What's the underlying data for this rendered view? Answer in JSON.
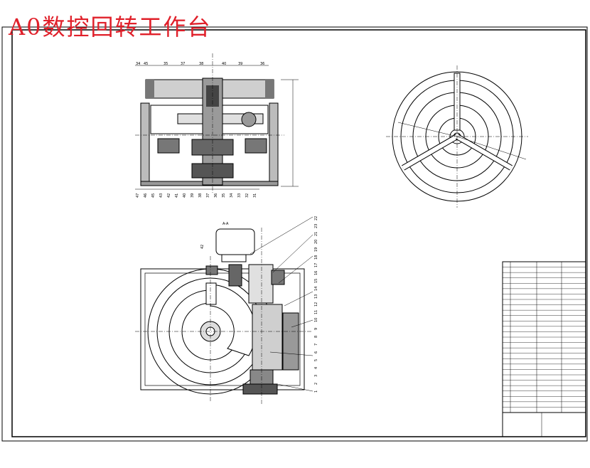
{
  "title": "A0数控回转工作台",
  "colors": {
    "title": "#e0202a",
    "line": "#000000",
    "paper": "#ffffff"
  },
  "front_view": {
    "top_callouts": [
      "34",
      "45",
      "35",
      "37",
      "38",
      "40",
      "39",
      "36"
    ],
    "bottom_callouts": [
      "47",
      "46",
      "45",
      "43",
      "42",
      "41",
      "40",
      "39",
      "38",
      "37",
      "36",
      "35",
      "34",
      "33",
      "32",
      "31"
    ]
  },
  "section_view": {
    "label": "A-A",
    "right_callouts": [
      "22",
      "23",
      "21",
      "20",
      "19",
      "18",
      "17",
      "16",
      "15",
      "14",
      "13",
      "12",
      "11",
      "10",
      "9",
      "8",
      "7",
      "6",
      "5",
      "4",
      "3",
      "2",
      "1"
    ],
    "left_callout": "42"
  },
  "title_block": {
    "rows": 28
  }
}
